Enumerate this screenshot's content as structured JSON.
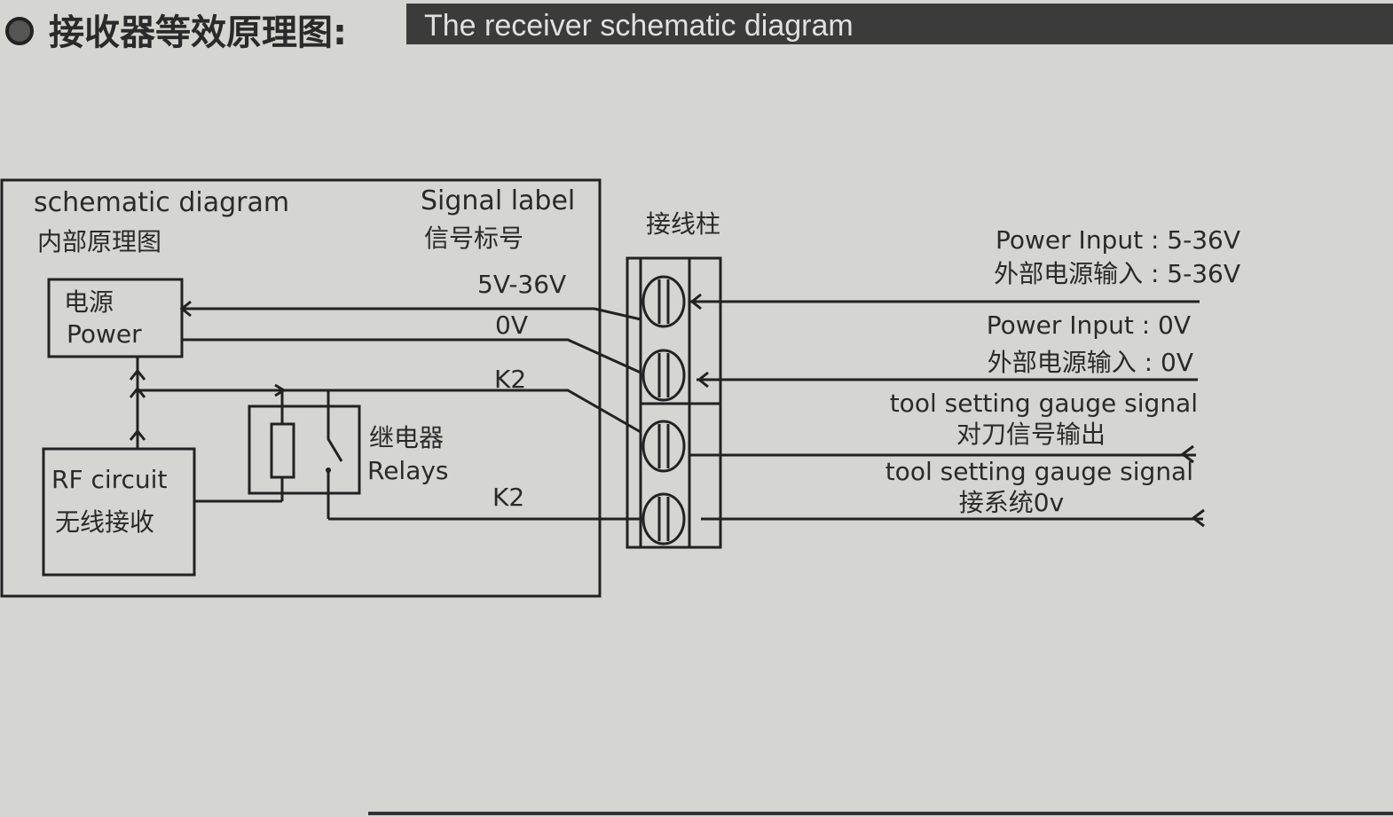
{
  "header": {
    "title_cn": "接收器等效原理图:",
    "title_en": "The receiver schematic diagram"
  },
  "schematic_box": {
    "label_en": "schematic diagram",
    "label_cn": "内部原理图",
    "signal_label_en": "Signal label",
    "signal_label_cn": "信号标号"
  },
  "power_block": {
    "cn": "电源",
    "en": "Power"
  },
  "rf_block": {
    "en": "RF circuit",
    "cn": "无线接收"
  },
  "relay_block": {
    "cn": "继电器",
    "en": "Relays"
  },
  "signals": [
    "5V-36V",
    "0V",
    "K2",
    "K2"
  ],
  "terminal_label": "接线柱",
  "external": [
    {
      "en": "Power Input : 5-36V",
      "cn": "外部电源输入 : 5-36V"
    },
    {
      "en": "Power Input : 0V",
      "cn": "外部电源输入 : 0V"
    },
    {
      "en": "tool setting gauge signal",
      "cn": "对刀信号输出"
    },
    {
      "en": "tool setting gauge signal",
      "cn": "接系统0v"
    }
  ]
}
